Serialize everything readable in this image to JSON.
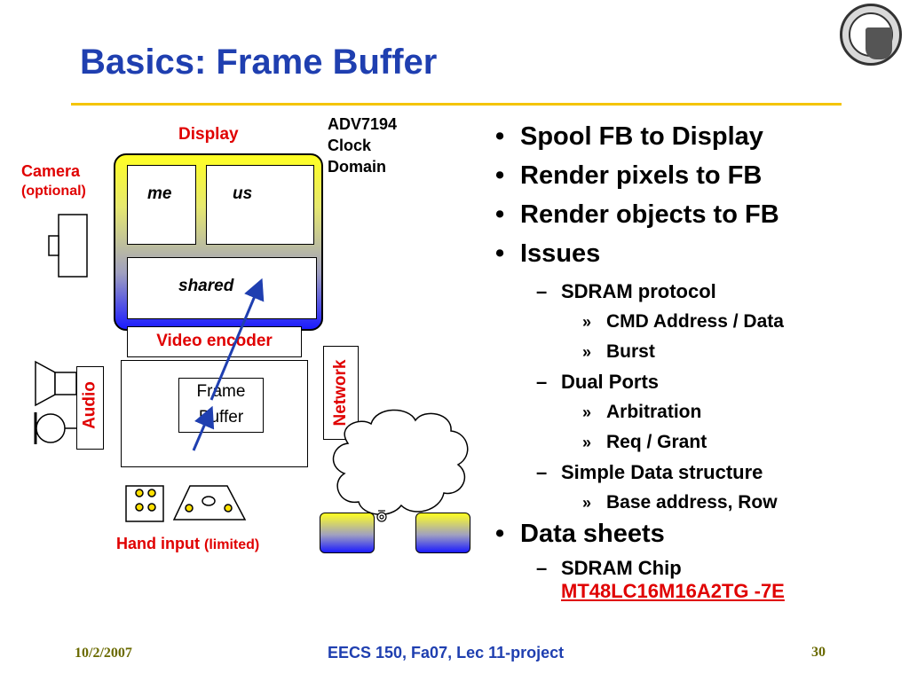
{
  "slide": {
    "title": "Basics: Frame Buffer"
  },
  "diagram": {
    "display_label": "Display",
    "camera_label": "Camera",
    "camera_note": "(optional)",
    "clock_domain": [
      "ADV7194",
      "Clock",
      "Domain"
    ],
    "me_label": "me",
    "us_label": "us",
    "shared_label": "shared",
    "video_encoder_label": "Video encoder",
    "frame_buffer_line1": "Frame",
    "frame_buffer_line2": "Buffer",
    "audio_label": "Audio",
    "network_label": "Network",
    "hand_input_label": "Hand input",
    "hand_input_note": "(limited)",
    "colors": {
      "accent_red": "#e00000",
      "title_blue": "#1f3fb0",
      "rule_yellow": "#f4c400",
      "arrow_blue": "#1f3fb0"
    }
  },
  "bullets": {
    "spool": "Spool FB to Display",
    "render_pixels": "Render pixels to FB",
    "render_objects": "Render objects to FB",
    "issues": "Issues",
    "sdram_protocol": "SDRAM protocol",
    "cmd_address": "CMD Address / Data",
    "burst": "Burst",
    "dual_ports": "Dual Ports",
    "arbitration": "Arbitration",
    "req_grant": "Req / Grant",
    "simple_data": "Simple Data structure",
    "base_address": "Base address, Row",
    "data_sheets": "Data sheets",
    "sdram_chip": "SDRAM Chip",
    "chip_link": "MT48LC16M16A2TG -7E"
  },
  "footer": {
    "date": "10/2/2007",
    "course": "EECS 150, Fa07, Lec 11-project",
    "page": "30"
  }
}
